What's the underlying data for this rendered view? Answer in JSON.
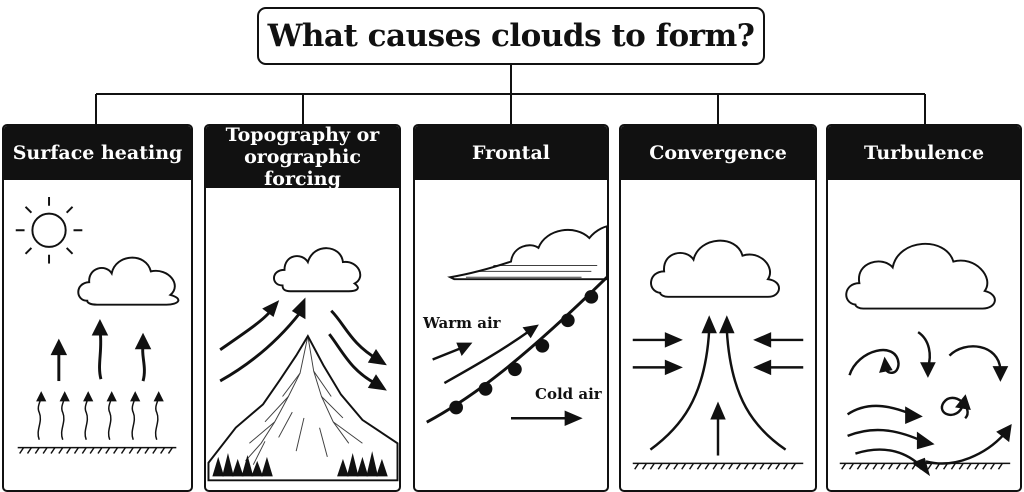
{
  "title": "What causes clouds to form?",
  "panels": [
    {
      "title": "Surface heating",
      "icons": [
        "sun-icon",
        "cloud-icon",
        "rising-air-arrows-icon",
        "ground-hatching-icon"
      ]
    },
    {
      "title": "Topography or\norographic forcing",
      "icons": [
        "cloud-icon",
        "mountain-icon",
        "upslope-arrows-icon",
        "pine-trees-icon"
      ]
    },
    {
      "title": "Frontal",
      "labels": {
        "warm": "Warm air",
        "cold": "Cold air"
      },
      "icons": [
        "stratus-cloud-icon",
        "cold-front-icon",
        "wind-arrows-icon"
      ]
    },
    {
      "title": "Convergence",
      "icons": [
        "cloud-icon",
        "converging-arrows-icon",
        "ground-hatching-icon"
      ]
    },
    {
      "title": "Turbulence",
      "icons": [
        "cloud-icon",
        "swirling-arrows-icon",
        "ground-hatching-icon"
      ]
    }
  ]
}
